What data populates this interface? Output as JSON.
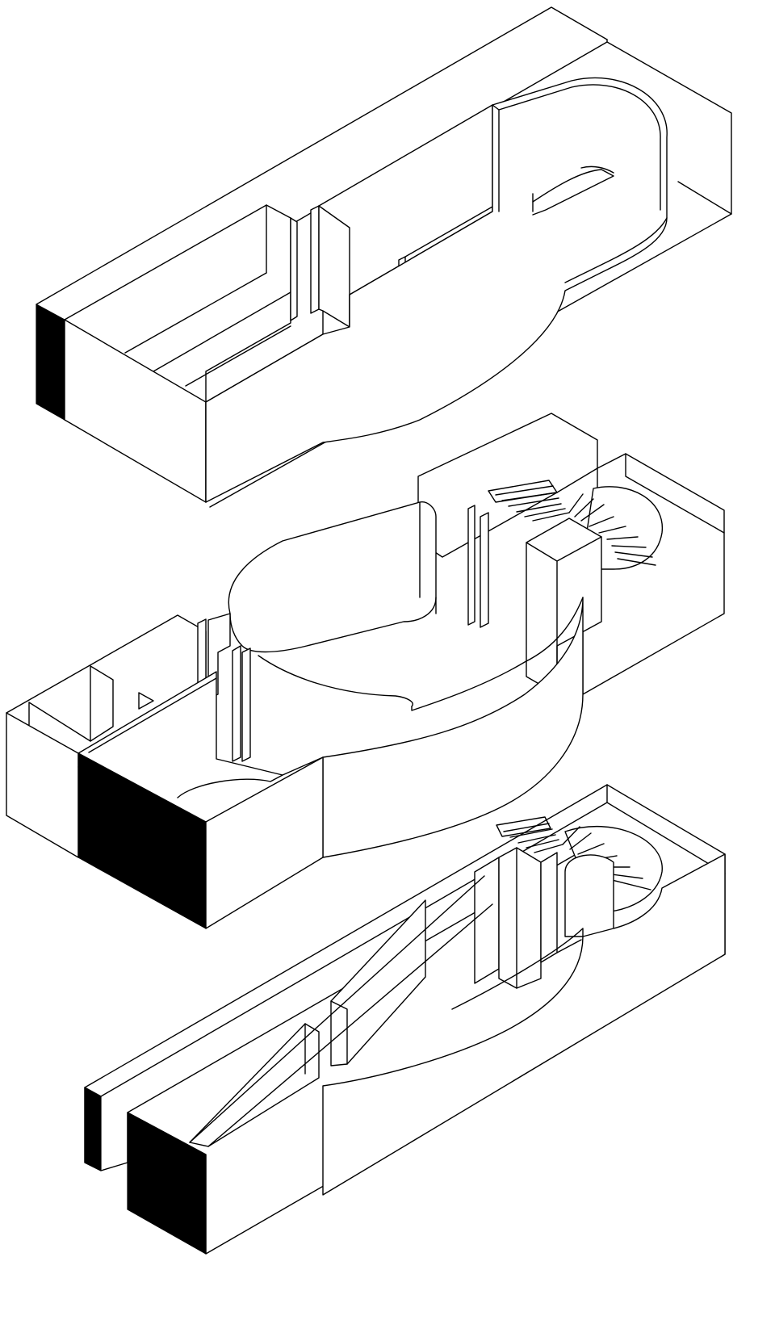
{
  "drawing": {
    "kind": "exploded-axonometric",
    "levels": [
      {
        "id": "upper-level"
      },
      {
        "id": "middle-level"
      },
      {
        "id": "lower-level"
      }
    ],
    "colors": {
      "line": "#000000",
      "poche": "#000000",
      "background": "#ffffff"
    }
  }
}
